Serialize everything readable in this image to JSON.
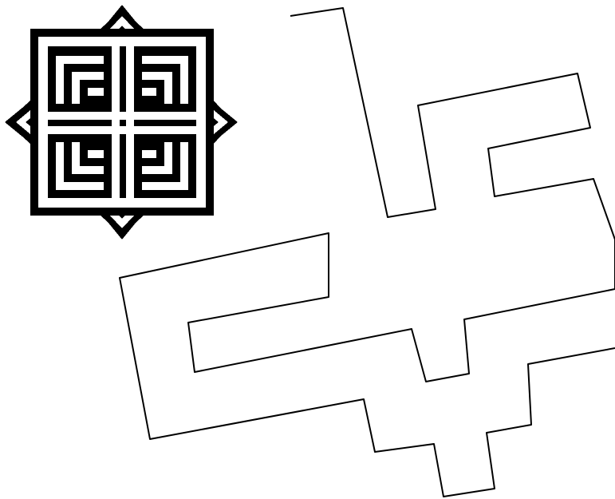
{
  "figure": {
    "description_visible_text": "",
    "colors": {
      "background": "#ffffff",
      "ink": "#000000"
    },
    "panels": [
      {
        "id": "square-kufic-emblem",
        "style": "black pixel ornament on white"
      },
      {
        "id": "outlined-maze-glyph",
        "style": "thin black outline, white fill"
      }
    ]
  }
}
